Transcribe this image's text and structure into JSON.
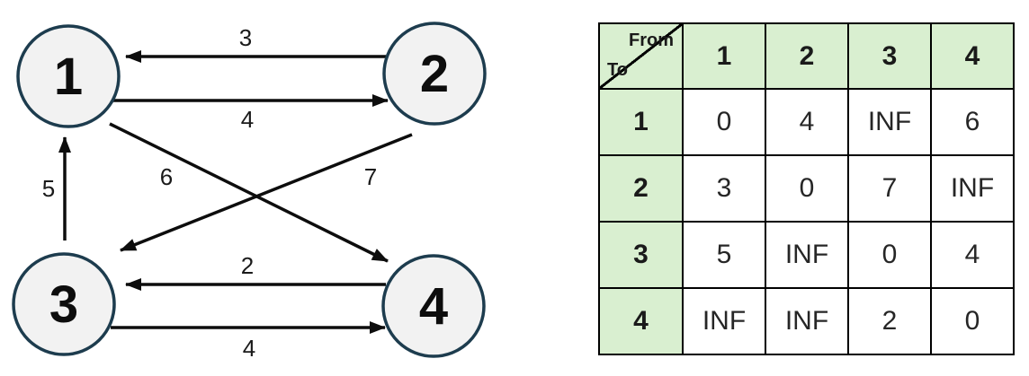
{
  "graph": {
    "nodes": [
      {
        "id": "1",
        "label": "1"
      },
      {
        "id": "2",
        "label": "2"
      },
      {
        "id": "3",
        "label": "3"
      },
      {
        "id": "4",
        "label": "4"
      }
    ],
    "edges": [
      {
        "from": "2",
        "to": "1",
        "weight": "3"
      },
      {
        "from": "1",
        "to": "2",
        "weight": "4"
      },
      {
        "from": "3",
        "to": "1",
        "weight": "5"
      },
      {
        "from": "1",
        "to": "4",
        "weight": "6"
      },
      {
        "from": "2",
        "to": "3",
        "weight": "7"
      },
      {
        "from": "4",
        "to": "3",
        "weight": "2"
      },
      {
        "from": "3",
        "to": "4",
        "weight": "4"
      }
    ]
  },
  "table": {
    "corner": {
      "top_label": "From",
      "bottom_label": "To"
    },
    "col_headers": [
      "1",
      "2",
      "3",
      "4"
    ],
    "rows": [
      {
        "header": "1",
        "cells": [
          "0",
          "4",
          "INF",
          "6"
        ]
      },
      {
        "header": "2",
        "cells": [
          "3",
          "0",
          "7",
          "INF"
        ]
      },
      {
        "header": "3",
        "cells": [
          "5",
          "INF",
          "0",
          "4"
        ]
      },
      {
        "header": "4",
        "cells": [
          "INF",
          "INF",
          "2",
          "0"
        ]
      }
    ]
  },
  "colors": {
    "header_green": "#d9efd0",
    "node_fill": "#f2f2f2",
    "node_border": "#1d3c4e",
    "edge_color": "#0d0d0d"
  }
}
